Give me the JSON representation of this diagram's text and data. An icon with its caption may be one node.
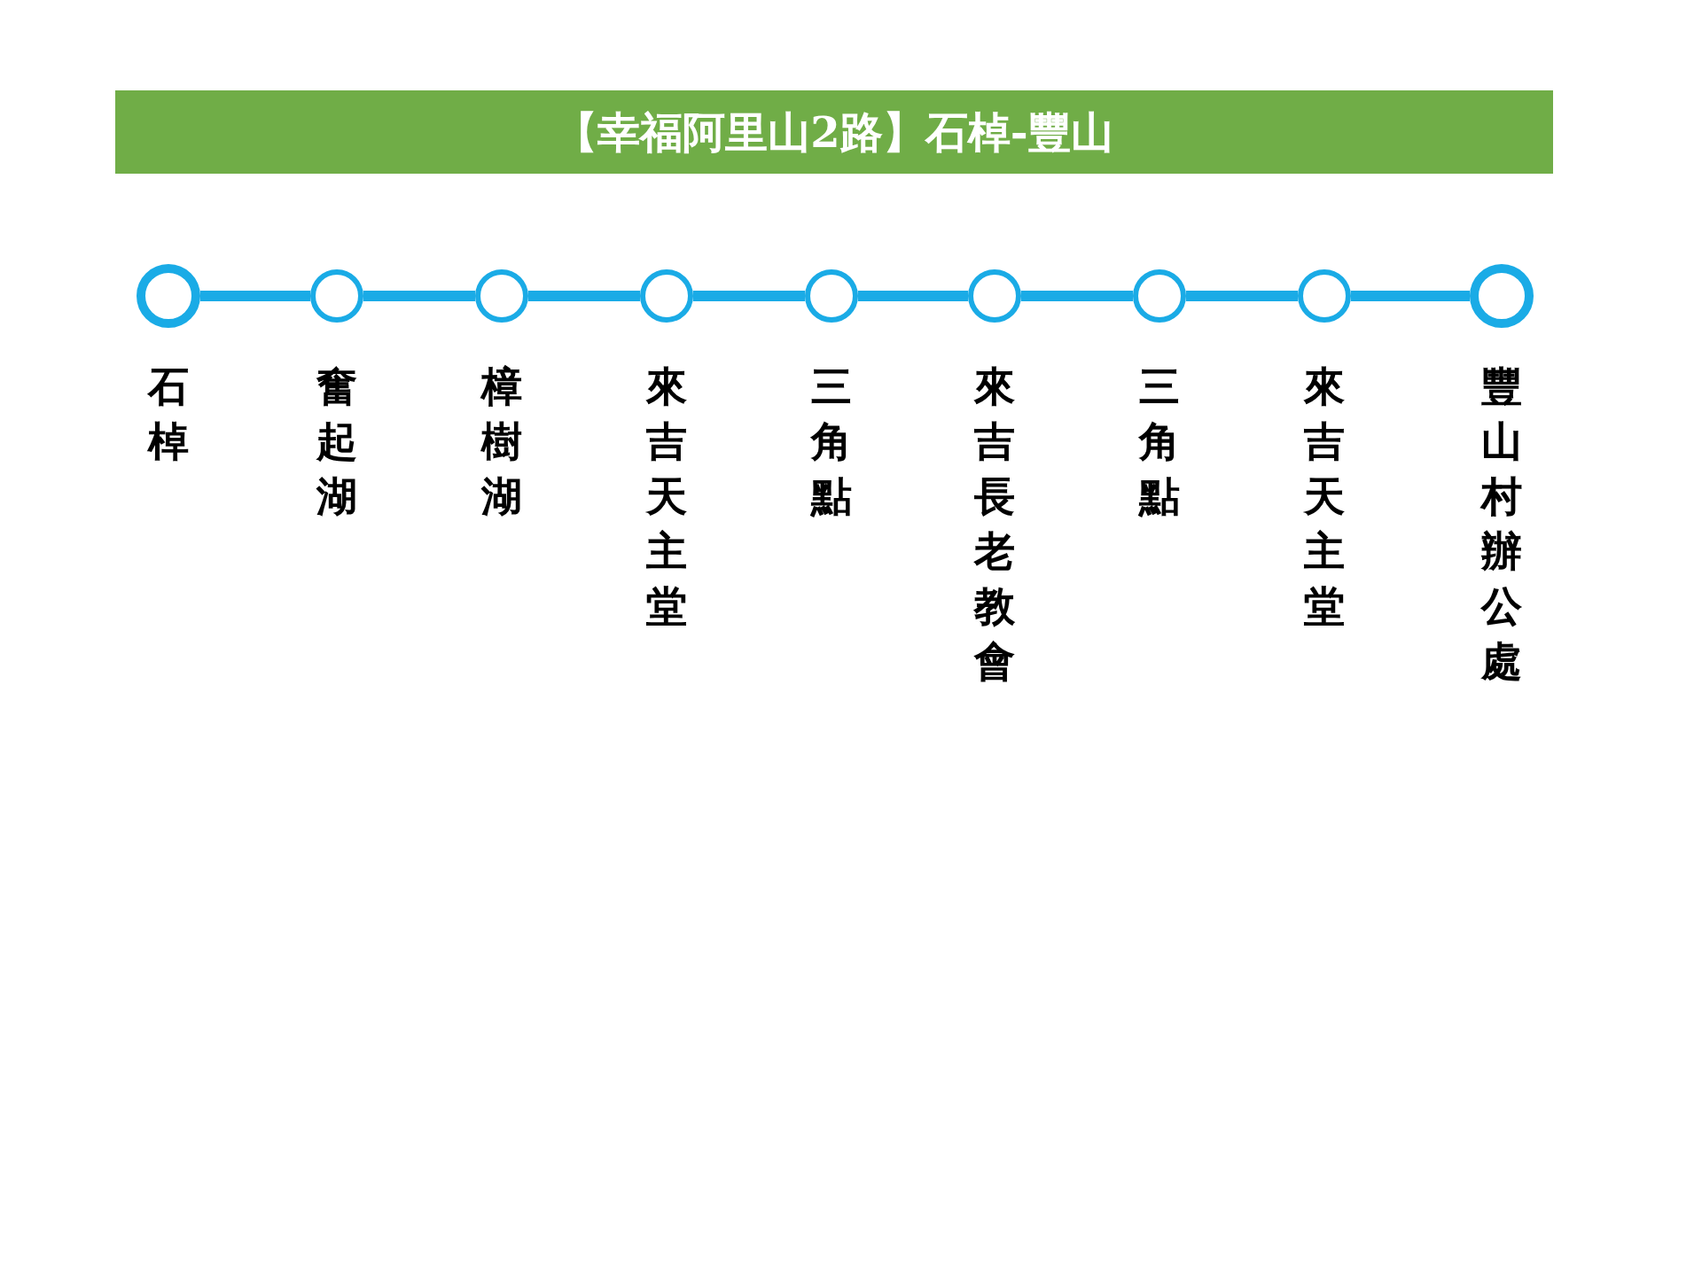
{
  "diagram": {
    "title": "【幸福阿里山2路】石棹-豐山",
    "nodes": [
      {
        "text": [
          "石棹"
        ]
      },
      {
        "text": [
          "奮起湖"
        ]
      },
      {
        "text": [
          "樟樹湖"
        ]
      },
      {
        "text": [
          "來吉天主堂"
        ]
      },
      {
        "text": [
          "三角點"
        ]
      },
      {
        "text": [
          "來吉長老教會"
        ]
      },
      {
        "text": [
          "三角點"
        ]
      },
      {
        "text": [
          "來吉天主堂"
        ]
      },
      {
        "text": [
          "豐山村辦公處"
        ]
      }
    ],
    "edges": [
      {
        "from": 0,
        "to": 1,
        "arrow": "none"
      },
      {
        "from": 1,
        "to": 2,
        "arrow": "none"
      },
      {
        "from": 2,
        "to": 3,
        "arrow": "none"
      },
      {
        "from": 3,
        "to": 4,
        "arrow": "none"
      },
      {
        "from": 4,
        "to": 5,
        "arrow": "none"
      },
      {
        "from": 5,
        "to": 6,
        "arrow": "none"
      },
      {
        "from": 6,
        "to": 7,
        "arrow": "none"
      },
      {
        "from": 7,
        "to": 8,
        "arrow": "none"
      }
    ]
  }
}
